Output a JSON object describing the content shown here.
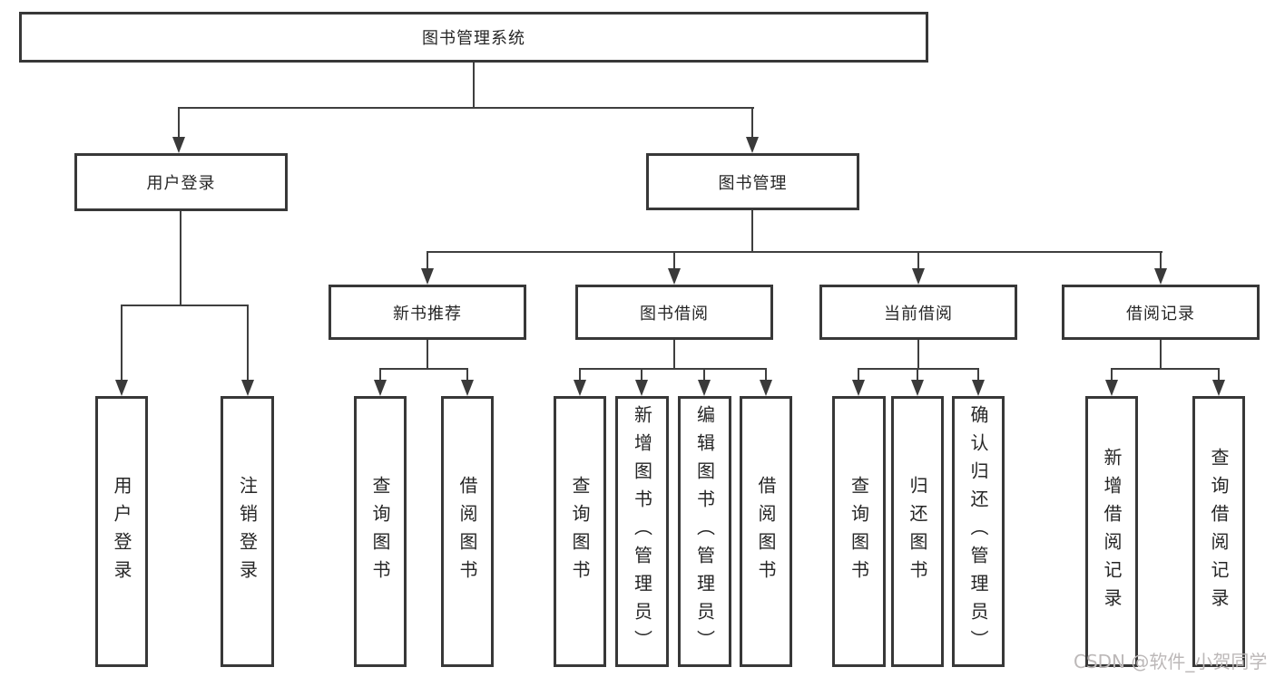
{
  "diagram": {
    "root": "图书管理系统",
    "level2": {
      "user_login": "用户登录",
      "book_mgmt": "图书管理"
    },
    "level3": {
      "new_book_rec": "新书推荐",
      "book_borrow": "图书借阅",
      "current_borrow": "当前借阅",
      "borrow_record": "借阅记录"
    },
    "leaves": {
      "user_login": "用户登录",
      "logout": "注销登录",
      "rec_query_book": "查询图书",
      "rec_borrow_book": "借阅图书",
      "bb_query_book": "查询图书",
      "bb_add_book": "新增图书（管理员）",
      "bb_edit_book": "编辑图书（管理员）",
      "bb_borrow_book": "借阅图书",
      "cb_query_book": "查询图书",
      "cb_return_book": "归还图书",
      "cb_confirm_return": "确认归还（管理员）",
      "br_add_record": "新增借阅记录",
      "br_query_record": "查询借阅记录"
    }
  },
  "watermark": "CSDN @软件_小贺同学",
  "colors": {
    "border": "#383838",
    "line": "#3f3f3f",
    "text": "#262626",
    "watermark": "#bcb8b8",
    "background": "#ffffff"
  }
}
